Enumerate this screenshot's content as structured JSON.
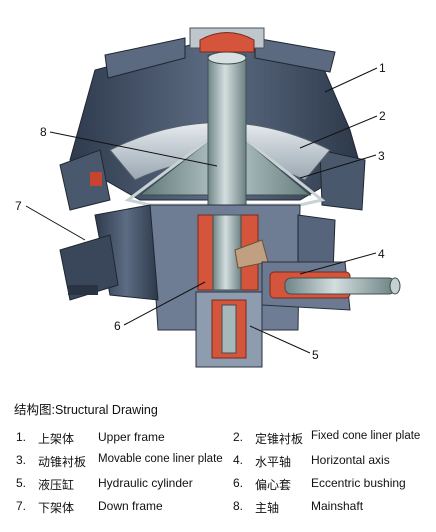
{
  "callouts": [
    "1",
    "2",
    "3",
    "4",
    "5",
    "6",
    "7",
    "8"
  ],
  "legend": {
    "title": "结构图:Structural Drawing",
    "items": [
      {
        "num": "1.",
        "zh": "上架体",
        "en": "Upper frame"
      },
      {
        "num": "2.",
        "zh": "定锥衬板",
        "en": "Fixed cone liner plate"
      },
      {
        "num": "3.",
        "zh": "动锥衬板",
        "en": "Movable cone liner plate"
      },
      {
        "num": "4.",
        "zh": "水平轴",
        "en": "Horizontal axis"
      },
      {
        "num": "5.",
        "zh": "液压缸",
        "en": "Hydraulic cylinder"
      },
      {
        "num": "6.",
        "zh": "偏心套",
        "en": "Eccentric bushing"
      },
      {
        "num": "7.",
        "zh": "下架体",
        "en": "Down frame"
      },
      {
        "num": "8.",
        "zh": "主轴",
        "en": "Mainshaft"
      }
    ]
  },
  "colors": {
    "frame": "#3f4d63",
    "frame_light": "#6b7a90",
    "liner": "#c9d0d6",
    "cone": "#8fa3a6",
    "shaft": "#a7b8ba",
    "cutaway_red": "#d4543c",
    "background": "#ffffff"
  }
}
